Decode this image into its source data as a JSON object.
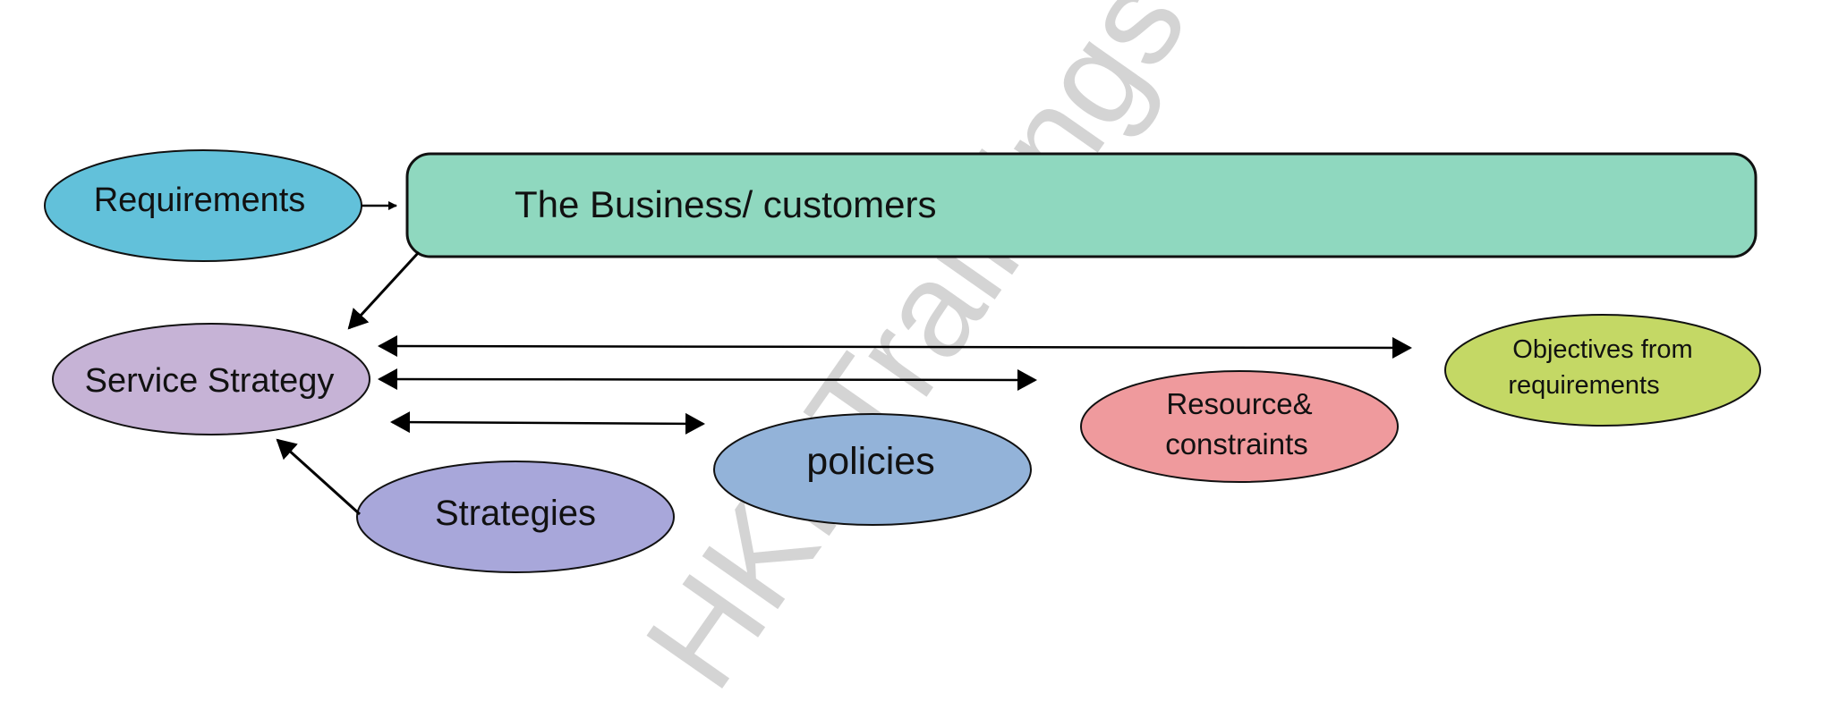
{
  "watermark": "HKRTrainings",
  "nodes": {
    "requirements": {
      "label": "Requirements",
      "color": "#62c1da"
    },
    "business": {
      "label": "The Business/ customers",
      "color": "#8fd8bf"
    },
    "service_strategy": {
      "label": "Service Strategy",
      "color": "#c6b3d6"
    },
    "objectives": {
      "label_line1": "Objectives from",
      "label_line2": "requirements",
      "color": "#c4d865"
    },
    "resource": {
      "label_line1": "Resource&",
      "label_line2": "constraints",
      "color": "#ef9a9d"
    },
    "policies": {
      "label": "policies",
      "color": "#93b3d9"
    },
    "strategies": {
      "label": "Strategies",
      "color": "#a8a7da"
    }
  },
  "colors": {
    "outline": "#111111",
    "arrow": "#000000",
    "watermark": "#d4d4d4"
  }
}
